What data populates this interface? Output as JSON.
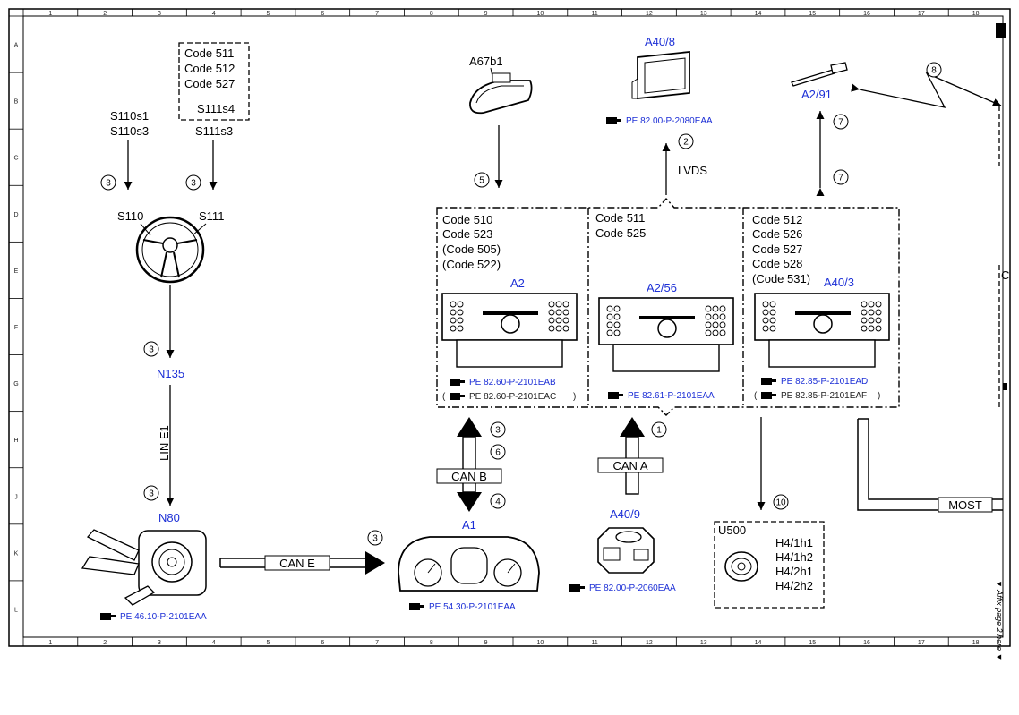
{
  "grid": {
    "cols": [
      "1",
      "2",
      "3",
      "4",
      "5",
      "6",
      "7",
      "8",
      "9",
      "10",
      "11",
      "12",
      "13",
      "14",
      "15",
      "16",
      "17",
      "18"
    ],
    "rows": [
      "A",
      "B",
      "C",
      "D",
      "E",
      "F",
      "G",
      "H",
      "J",
      "K",
      "L"
    ]
  },
  "components": {
    "S110s1": "S110s1",
    "S110s3": "S110s3",
    "S111s3": "S111s3",
    "S111s4": "S111s4",
    "S110": "S110",
    "S111": "S111",
    "N135": "N135",
    "N80": "N80",
    "A67b1": "A67b1",
    "A40_8": "A40/8",
    "A2_91": "A2/91",
    "A2": "A2",
    "A2_56": "A2/56",
    "A40_3": "A40/3",
    "A1": "A1",
    "A40_9": "A40/9",
    "U500": "U500"
  },
  "codes": {
    "top": [
      "Code 511",
      "Code 512",
      "Code 527"
    ],
    "a2": [
      "Code 510",
      "Code 523",
      "(Code 505)",
      "(Code 522)"
    ],
    "a256": [
      "Code 511",
      "Code 525"
    ],
    "a403": [
      "Code 512",
      "Code 526",
      "Code 527",
      "Code 528",
      "(Code 531)"
    ]
  },
  "u500_items": [
    "H4/1h1",
    "H4/1h2",
    "H4/2h1",
    "H4/2h2"
  ],
  "buses": {
    "lin": "LIN E1",
    "can_e": "CAN E",
    "can_b": "CAN B",
    "can_a": "CAN A",
    "lvds": "LVDS",
    "most": "MOST"
  },
  "refs": {
    "a40_8": "PE 82.00-P-2080EAA",
    "a2_1": "PE 82.60-P-2101EAB",
    "a2_2": "PE 82.60-P-2101EAC",
    "a256": "PE 82.61-P-2101EAA",
    "a403_1": "PE 82.85-P-2101EAD",
    "a403_2": "PE 82.85-P-2101EAF",
    "n80": "PE 46.10-P-2101EAA",
    "a1": "PE 54.30-P-2101EAA",
    "a40_9": "PE 82.00-P-2060EAA"
  },
  "paren_open": "(",
  "paren_close": ")",
  "circles": [
    "1",
    "2",
    "3",
    "4",
    "5",
    "6",
    "7",
    "8",
    "10"
  ],
  "edge_letter": "C",
  "side_note": "▼ Affix page 2 here ▼"
}
